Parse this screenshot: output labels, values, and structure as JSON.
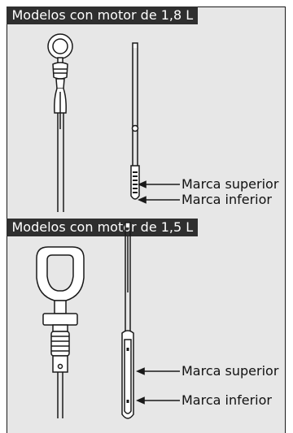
{
  "sections": [
    {
      "title": "Modelos con motor de 1,8 L",
      "labels": {
        "upper": "Marca superior",
        "lower": "Marca inferior"
      }
    },
    {
      "title": "Modelos con motor de 1,5 L",
      "labels": {
        "upper": "Marca superior",
        "lower": "Marca inferior"
      }
    }
  ]
}
